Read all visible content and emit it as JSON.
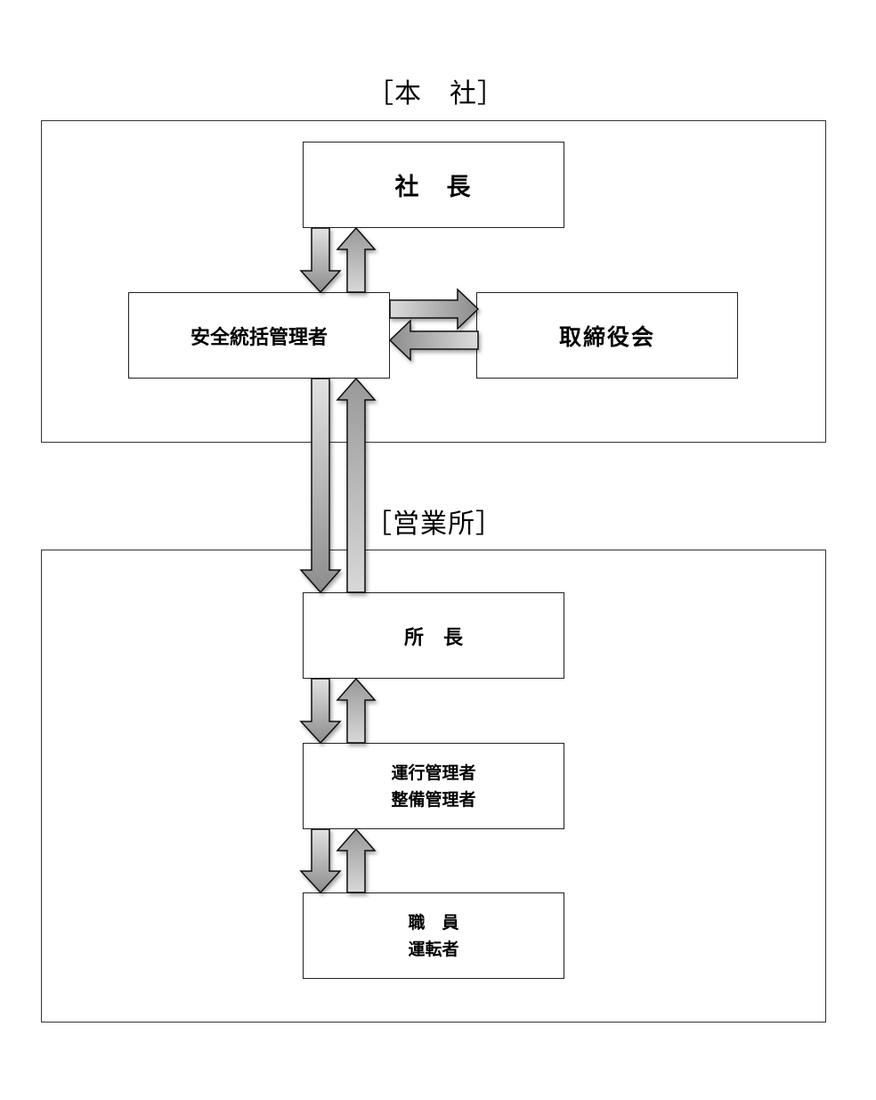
{
  "headquarters": {
    "heading": "［本　社］",
    "president": "社　長",
    "safety_manager": "安全統括管理者",
    "board": "取締役会"
  },
  "office": {
    "heading": "［営業所］",
    "office_chief": "所　長",
    "managers": [
      "運行管理者",
      "整備管理者"
    ],
    "staff": [
      "職　員",
      "運転者"
    ]
  },
  "colors": {
    "arrow_light": "#e0e0e0",
    "arrow_dark": "#8a8a8a",
    "border": "#222222"
  }
}
